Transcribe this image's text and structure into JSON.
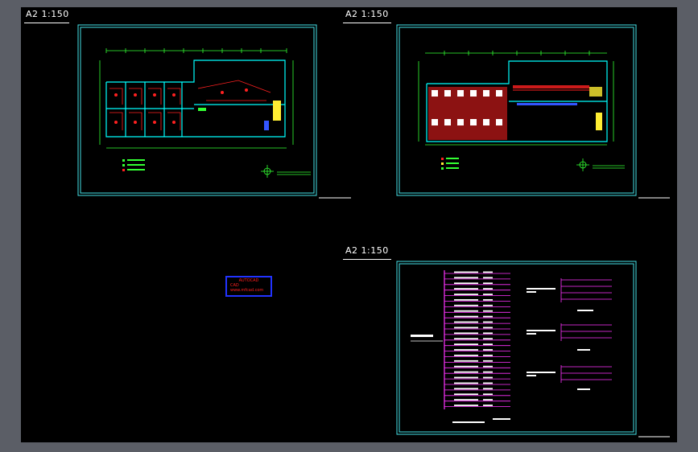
{
  "sheet_labels": {
    "top_left": "A2 1:150",
    "top_right": "A2 1:150",
    "bottom_right": "A2 1:150"
  },
  "colors": {
    "background": "#000000",
    "frame": "#44e0e6",
    "plan_green": "#33ff33",
    "plan_cyan": "#00ffff",
    "plan_red": "#ff2020",
    "wiring_magenta": "#ff33ff",
    "stamp_blue": "#2233ff"
  },
  "stamp": {
    "line1": "AUTOCAD",
    "line2": "CAD",
    "line3": "www.mfcad.com"
  }
}
